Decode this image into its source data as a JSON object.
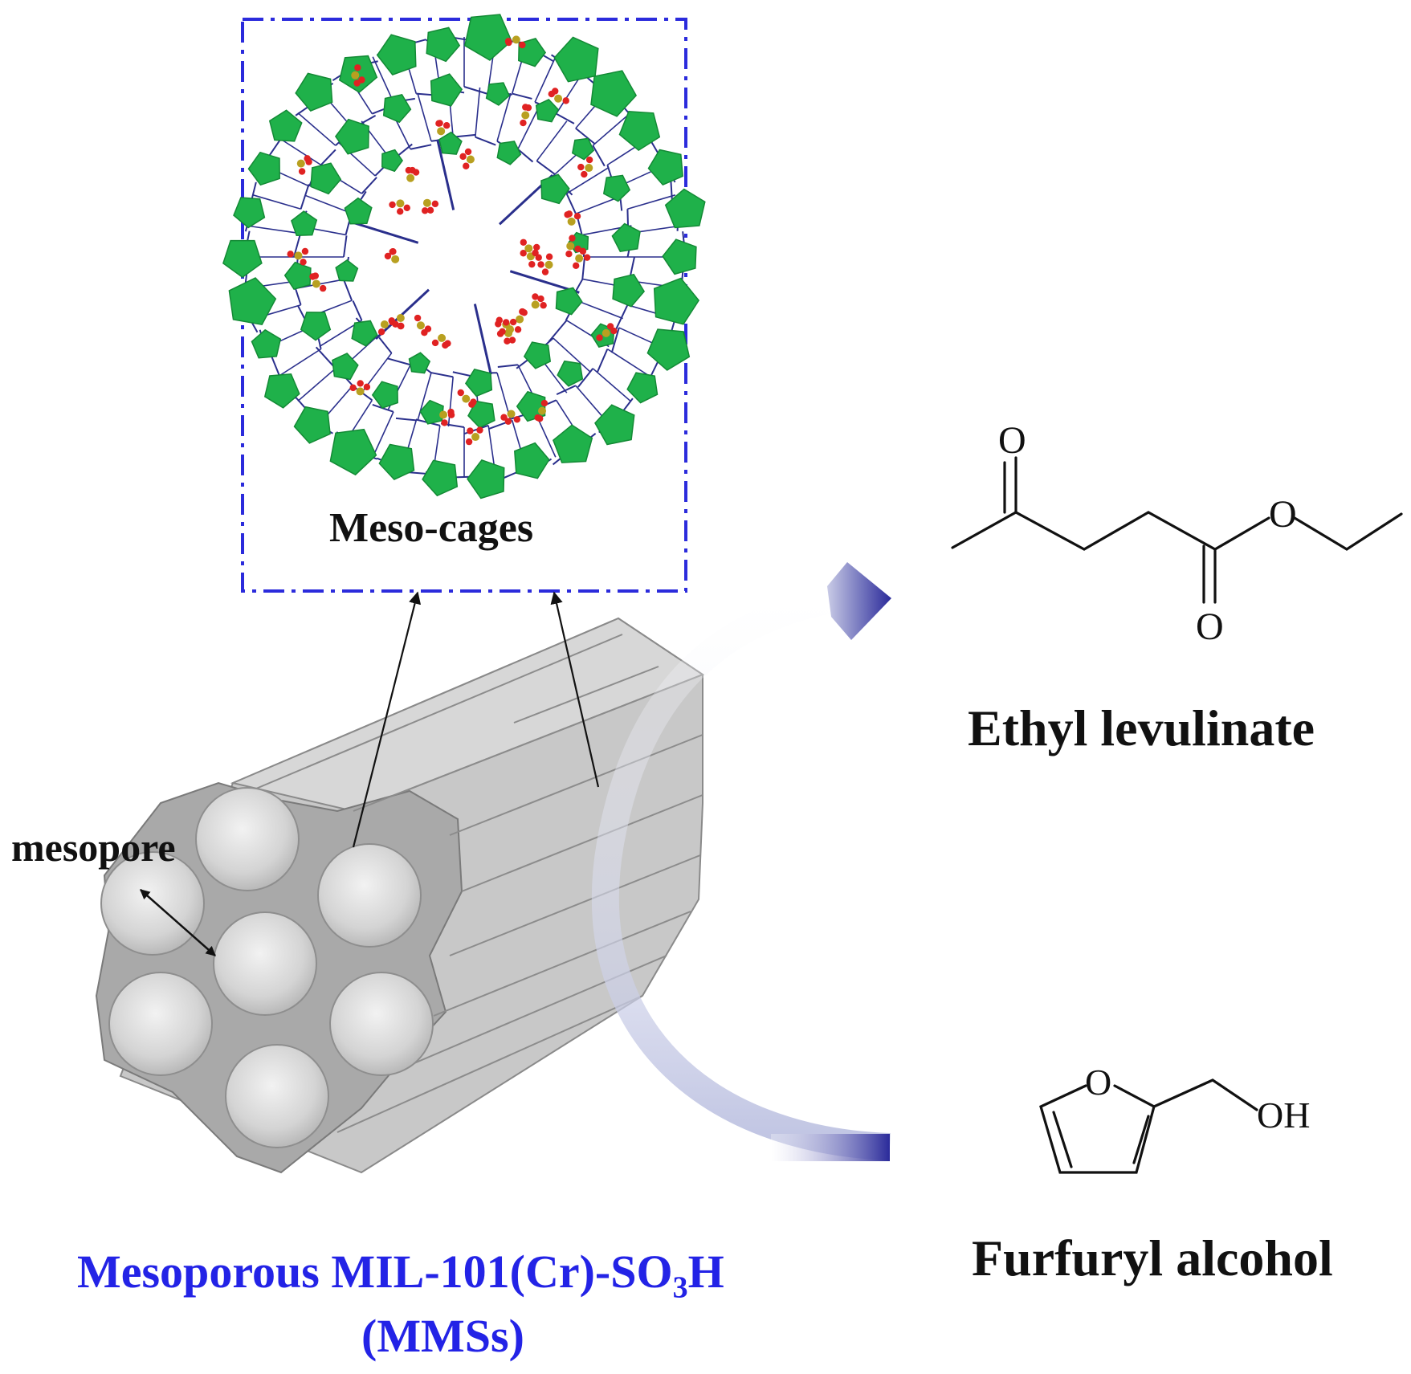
{
  "labels": {
    "meso_cages": "Meso-cages",
    "ethyl_levulinate": "Ethyl levulinate",
    "furfuryl_alcohol": "Furfuryl alcohol",
    "mesopore": "mesopore",
    "material_line1_prefix": "Mesoporous MIL-101(Cr)-SO",
    "material_line1_sub": "3",
    "material_line1_suffix": "H",
    "material_line2": "(MMSs)"
  },
  "atoms": {
    "el_ketone_o": "O",
    "el_ester_o": "O",
    "el_carbonyl_o": "O",
    "fa_ring_o": "O",
    "fa_oh": "OH"
  },
  "colors": {
    "frame_dash": "#2b2bdc",
    "material_label": "#2323e6",
    "cage_green": "#1fb14a",
    "cage_bond": "#2a2f8c",
    "sulfonate_red": "#e02222",
    "sulfur_yellow": "#b8a020",
    "tube_gray": "#a9a9a9",
    "arc_blue": "#2a2a9a"
  }
}
